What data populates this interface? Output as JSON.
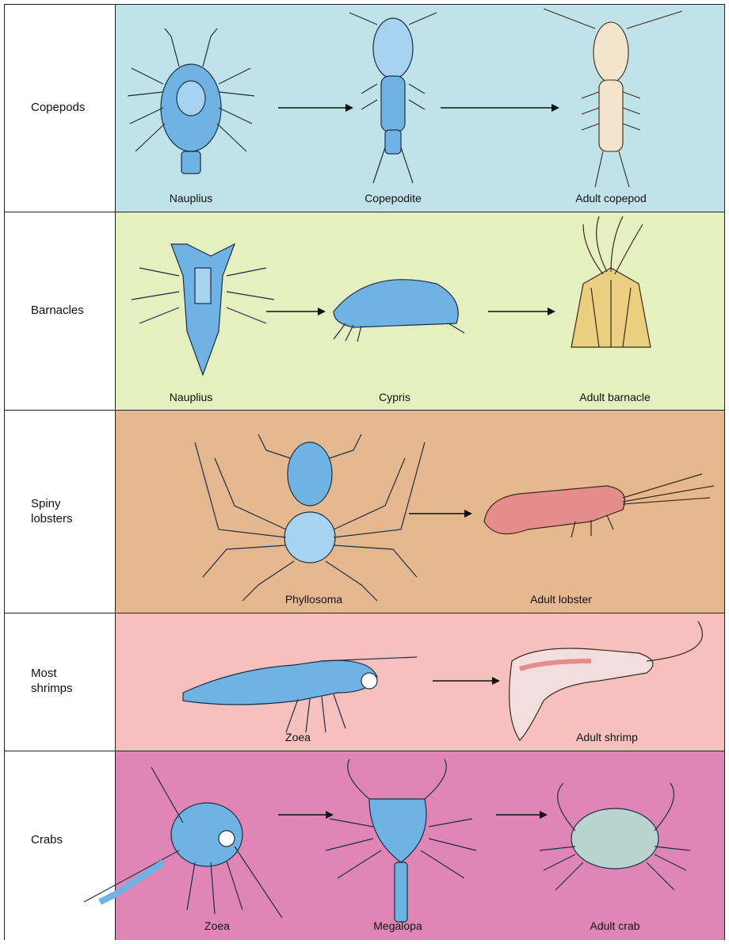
{
  "colors": {
    "copepods_bg": "#bfe3e8",
    "barnacles_bg": "#e5efc0",
    "lobsters_bg": "#e5b88f",
    "shrimps_bg": "#f6c0bf",
    "crabs_bg": "#df86b6",
    "larva_blue": "#6fb3e4",
    "adult_shrimp_red": "#e58c8c",
    "adult_barnacle": "#e9cf7f",
    "adult_crab": "#b9d3cd"
  },
  "rows": [
    {
      "group": "Copepods",
      "stages": [
        "Nauplius",
        "Copepodite",
        "Adult copepod"
      ]
    },
    {
      "group": "Barnacles",
      "stages": [
        "Nauplius",
        "Cypris",
        "Adult barnacle"
      ]
    },
    {
      "group": "Spiny\nlobsters",
      "stages": [
        "Phyllosoma",
        "Adult lobster"
      ]
    },
    {
      "group": "Most\nshrimps",
      "stages": [
        "Zoea",
        "Adult shrimp"
      ]
    },
    {
      "group": "Crabs",
      "stages": [
        "Zoea",
        "Megalopa",
        "Adult crab"
      ]
    }
  ]
}
